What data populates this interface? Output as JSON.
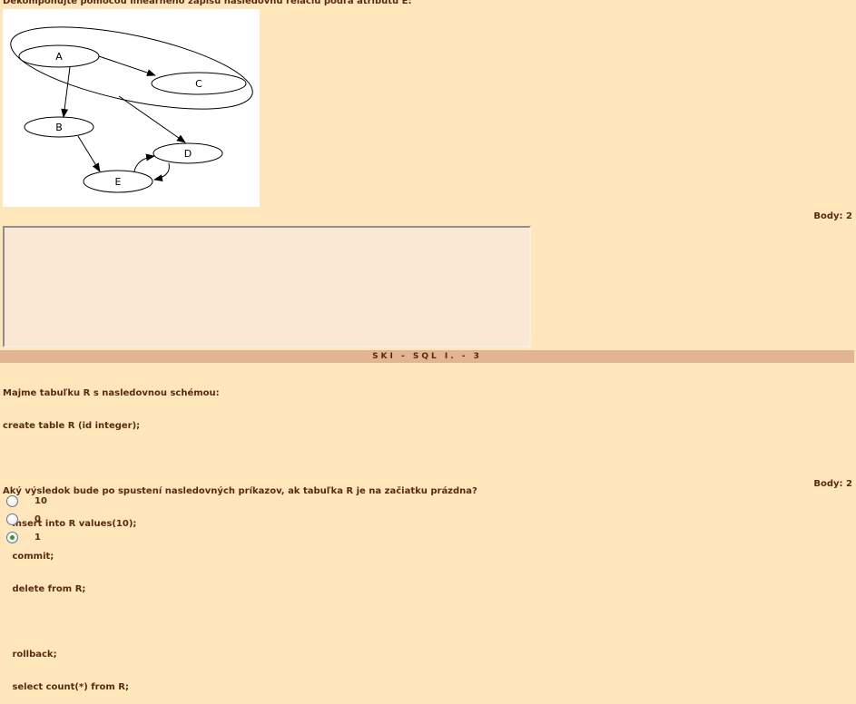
{
  "question1": {
    "text": "Dekomponujte pomocou lineárneho zápisu nasledovnú relaciu podľa atribútu E:",
    "diagram": {
      "nodes": [
        "A",
        "C",
        "B",
        "D",
        "E"
      ]
    },
    "points": "Body: 2",
    "answer_value": ""
  },
  "section": {
    "title": "SKI - SQL I. - 3"
  },
  "question2": {
    "lines": [
      "Majme tabuľku R s nasledovnou schémou:",
      "create table R (id integer);",
      "",
      "Aký výsledok bude po spustení nasledovných príkazov, ak tabuľka R je na začiatku prázdna?",
      "   insert into R values(10);",
      "   commit;",
      "   delete from R;",
      "",
      "   rollback;",
      "   select count(*) from R;"
    ],
    "points": "Body: 2",
    "options": [
      {
        "label": "10",
        "checked": false
      },
      {
        "label": "0",
        "checked": false
      },
      {
        "label": "1",
        "checked": true
      }
    ]
  }
}
